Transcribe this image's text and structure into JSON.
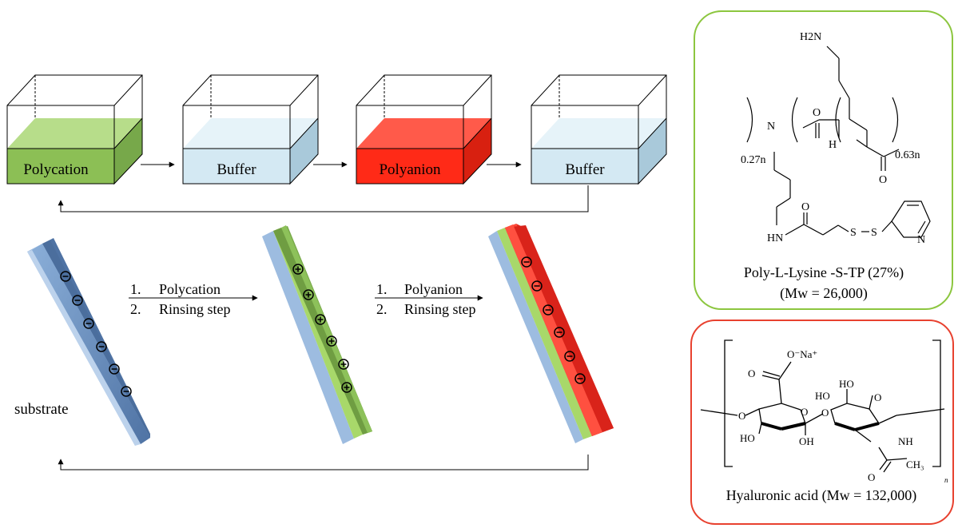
{
  "tanks": [
    {
      "label": "Polycation",
      "color": "#8cbf55",
      "top": "#b7dd8a",
      "side": "#77a84a"
    },
    {
      "label": "Buffer",
      "color": "#d4e9f3",
      "top": "#e6f3f9",
      "side": "#a9c9da"
    },
    {
      "label": "Polyanion",
      "color": "#ff2a17",
      "top": "#ff5a4a",
      "side": "#d82010"
    },
    {
      "label": "Buffer",
      "color": "#d4e9f3",
      "top": "#e6f3f9",
      "side": "#a9c9da"
    }
  ],
  "steps": {
    "step1": {
      "n1": "1.",
      "t1": "Polycation",
      "n2": "2.",
      "t2": "Rinsing step"
    },
    "step2": {
      "n1": "1.",
      "t1": "Polyanion",
      "n2": "2.",
      "t2": "Rinsing step"
    }
  },
  "substrate_label": "substrate",
  "charges": {
    "negative": "-",
    "positive": "+"
  },
  "pll": {
    "amine": "H2N",
    "n_left": "0.27n",
    "n_right": "0.63n",
    "nh": "H",
    "n_atom": "N",
    "nh_label": "HN",
    "o": "O",
    "s": "S",
    "py_n": "N",
    "name": "Poly-L-Lysine -S-TP (27%)",
    "mw": "(Mw = 26,000)"
  },
  "ha": {
    "cation": "O⁻Na⁺",
    "ho": "HO",
    "oh": "OH",
    "nh": "NH",
    "o": "O",
    "ch3": "CH₃",
    "sub_n": "n",
    "name": "Hyaluronic acid (Mw = 132,000)"
  },
  "colors": {
    "green_border": "#8cc63f",
    "red_border": "#e8412f",
    "substrate_face": "#6f95c4",
    "substrate_edge": "#9dbce0",
    "green_layer": "#78a94a",
    "green_edge": "#a8d86a",
    "red_layer": "#e2271a",
    "red_edge": "#ff4a38"
  }
}
